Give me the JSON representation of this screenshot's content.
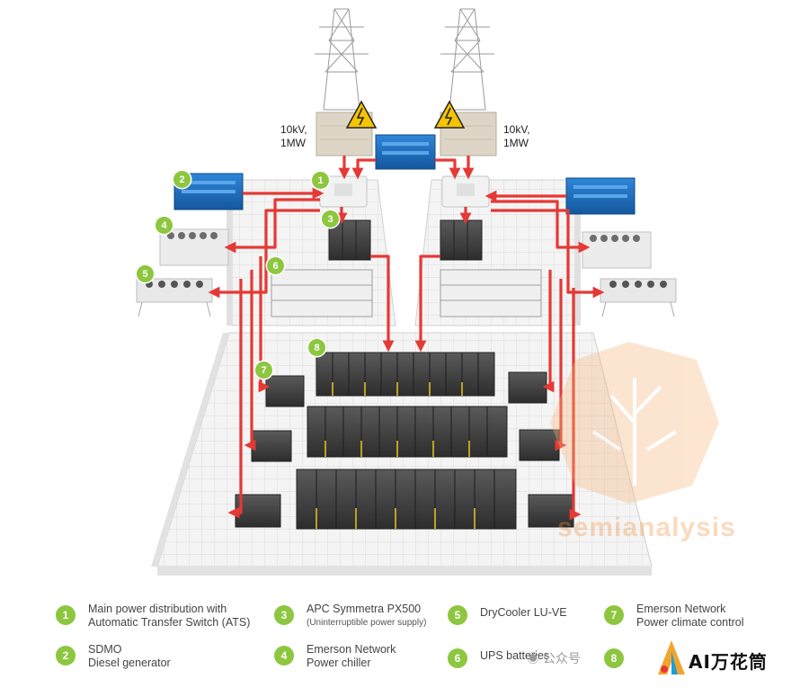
{
  "power_labels": [
    "10kV,\n1MW",
    "10kV,\n1MW"
  ],
  "markers": [
    "1",
    "2",
    "3",
    "4",
    "5",
    "6",
    "7",
    "8"
  ],
  "legend": [
    {
      "num": "1",
      "line1": "Main power distribution with",
      "line2": "Automatic Transfer Switch (ATS)",
      "sub": ""
    },
    {
      "num": "2",
      "line1": "SDMO",
      "line2": "Diesel generator",
      "sub": ""
    },
    {
      "num": "3",
      "line1": "APC Symmetra PX500",
      "line2": "",
      "sub": "(Uninterruptible power supply)"
    },
    {
      "num": "4",
      "line1": "Emerson Network",
      "line2": "Power chiller",
      "sub": ""
    },
    {
      "num": "5",
      "line1": "DryCooler LU-VE",
      "line2": "",
      "sub": ""
    },
    {
      "num": "6",
      "line1": "UPS batteries",
      "line2": "",
      "sub": ""
    },
    {
      "num": "7",
      "line1": "Emerson Network",
      "line2": "Power climate control",
      "sub": ""
    },
    {
      "num": "8",
      "line1": "",
      "line2": "",
      "sub": ""
    }
  ],
  "watermark": {
    "text": "semianalysis",
    "wechat": "公众号",
    "brand": "AI万花筒"
  },
  "colors": {
    "accent": "#8dc63f",
    "power_line": "#e53935",
    "warning": "#f5c400",
    "equipment_blue": "#1e6fc0"
  }
}
